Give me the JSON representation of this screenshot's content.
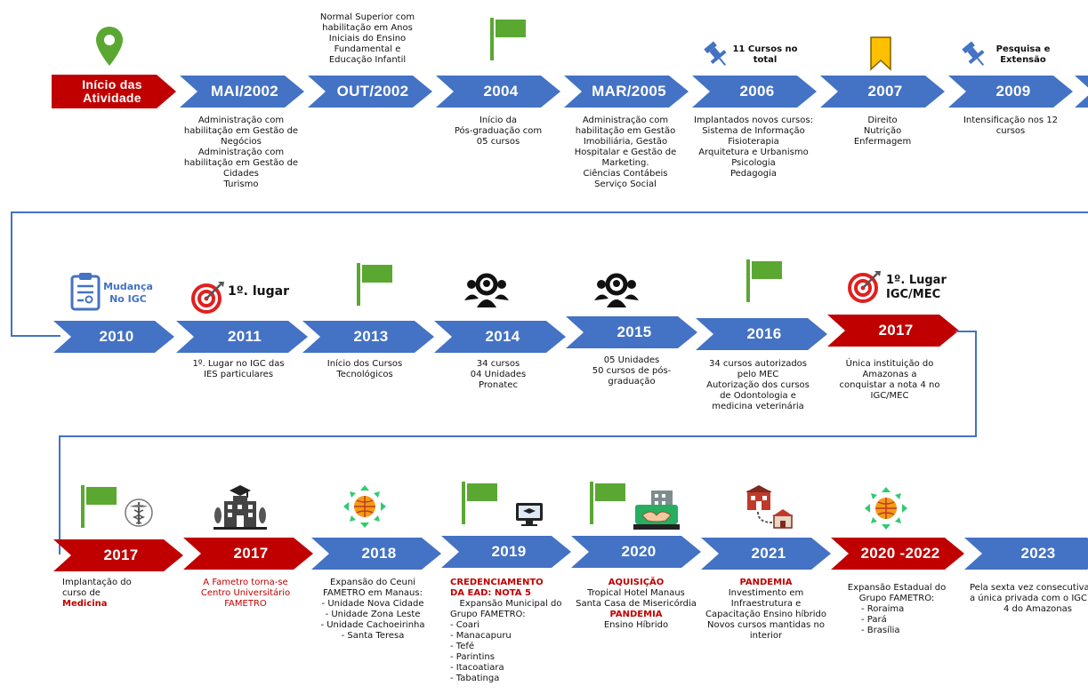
{
  "row1": {
    "start_label": "Início das Atividade",
    "arrows": [
      "MAI/2002",
      "OUT/2002",
      "2004",
      "MAR/2005",
      "2006",
      "2007",
      "2009"
    ],
    "top_oct2002": [
      "Normal Superior com",
      "habilitação em Anos",
      "Iniciais do Ensino",
      "Fundamental e",
      "Educação Infantil"
    ],
    "top_2006": [
      "11 Cursos no",
      "total"
    ],
    "top_2009": [
      "Pesquisa e",
      "Extensão"
    ],
    "desc_mai2002": [
      "Administração com",
      "habilitação em Gestão de",
      "Negócios",
      "Administração com",
      "habilitação em Gestão de",
      "Cidades",
      "Turismo"
    ],
    "desc_2004": [
      "Início da",
      "Pós-graduação com",
      "05 cursos"
    ],
    "desc_mar2005": [
      "Administração com",
      "habilitação em Gestão",
      "Imobiliária, Gestão",
      "Hospitalar e Gestão de",
      "Marketing.",
      "Ciências Contábeis",
      "Serviço Social"
    ],
    "desc_2006": [
      "Implantados novos cursos:",
      "Sistema de Informação",
      "Fisioterapia",
      "Arquitetura e Urbanismo",
      "Psicologia",
      "Pedagogia"
    ],
    "desc_2007": [
      "Direito",
      "Nutrição",
      "Enfermagem"
    ],
    "desc_2009": [
      "Intensificação nos 12",
      "cursos"
    ]
  },
  "row2": {
    "arrows": [
      "2010",
      "2011",
      "2013",
      "2014",
      "2015",
      "2016",
      "2017"
    ],
    "top_2010": [
      "Mudança",
      "No IGC"
    ],
    "top_2011": "1º. lugar",
    "top_2017": [
      "1º. Lugar",
      "IGC/MEC"
    ],
    "desc_2011": [
      "1º. Lugar no IGC das",
      "IES particulares"
    ],
    "desc_2013": [
      "Início dos Cursos",
      "Tecnológicos"
    ],
    "desc_2014": [
      "34 cursos",
      "04 Unidades",
      "Pronatec"
    ],
    "desc_2015": [
      "05 Unidades",
      "50 cursos de pós-",
      "graduação"
    ],
    "desc_2016": [
      "34 cursos autorizados",
      "pelo MEC",
      "Autorização dos cursos",
      "de Odontologia e",
      "medicina veterinária"
    ],
    "desc_2017": [
      "Única instituição do",
      "Amazonas a",
      "conquistar a nota 4 no",
      "IGC/MEC"
    ]
  },
  "row3": {
    "arrows": [
      "2017",
      "2017",
      "2018",
      "2019",
      "2020",
      "2021",
      "2020 -2022",
      "2023"
    ],
    "desc_2017a": [
      "Implantação do",
      "curso de"
    ],
    "desc_2017a_hl": "Medicina",
    "desc_2017b": [
      "A Fametro torna-se",
      "Centro Universitário",
      "FAMETRO"
    ],
    "desc_2018": [
      "Expansão do Ceuni",
      "FAMETRO em Manaus:",
      "- Unidade Nova Cidade",
      "- Unidade Zona Leste",
      "-   Unidade Cachoeirinha",
      "- Santa Teresa"
    ],
    "desc_2019_hl": [
      "CREDENCIAMENTO",
      "DA EAD: NOTA 5"
    ],
    "desc_2019": [
      "Expansão Municipal do",
      "Grupo FAMETRO:"
    ],
    "desc_2019_list": [
      "-    Coari",
      "-    Manacapuru",
      "-    Tefé",
      "-    Parintins",
      "-    Itacoatiara",
      "-    Tabatinga"
    ],
    "desc_2020_hl1": "AQUISIÇÃO",
    "desc_2020": [
      "Tropical Hotel Manaus",
      "Santa Casa de Misericórdia"
    ],
    "desc_2020_hl2": "PANDEMIA",
    "desc_2020_b": "Ensino Híbrido",
    "desc_2021_hl": "PANDEMIA",
    "desc_2021": [
      "Investimento em",
      "Infraestrutura e",
      "Capacitação Ensino híbrido",
      "Novos cursos mantidas no",
      "interior"
    ],
    "desc_2022": [
      "Expansão Estadual do",
      "Grupo FAMETRO:"
    ],
    "desc_2022_list": [
      "-    Roraima",
      "-    Pará",
      "-    Brasília"
    ],
    "desc_2023": [
      "Pela sexta vez consecutiva",
      "a única privada com o IGC",
      "4 do Amazonas"
    ]
  },
  "colors": {
    "blue": "#4472c4",
    "red": "#c00000",
    "flag_green": "#5aa832",
    "pin_green": "#5aa832"
  }
}
